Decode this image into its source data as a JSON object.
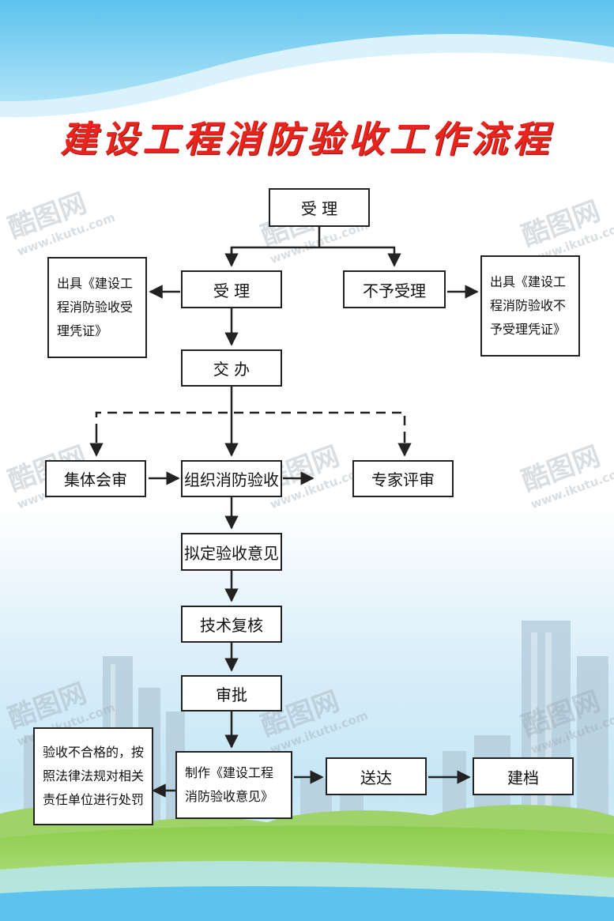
{
  "title": "建设工程消防验收工作流程",
  "nodes": {
    "n1": "受 理",
    "n2": "受 理",
    "n3": "不予受理",
    "n4": "出具《建设工程消防验收受理凭证》",
    "n5": "出具《建设工程消防验收不予受理凭证》",
    "n6": "交 办",
    "n7": "集体会审",
    "n8": "组织消防验收",
    "n9": "专家评审",
    "n10": "拟定验收意见",
    "n11": "技术复核",
    "n12": "审批",
    "n13": "制作《建设工程消防验收意见》",
    "n14": "验收不合格的，按照法律法规对相关责任单位进行处罚",
    "n15": "送达",
    "n16": "建档"
  },
  "watermark": {
    "logo": "酷图网",
    "url": "www.ikutu.com"
  },
  "colors": {
    "title": "#e8241e",
    "sky": "#7fd0f0",
    "grass": "#7cc242"
  }
}
